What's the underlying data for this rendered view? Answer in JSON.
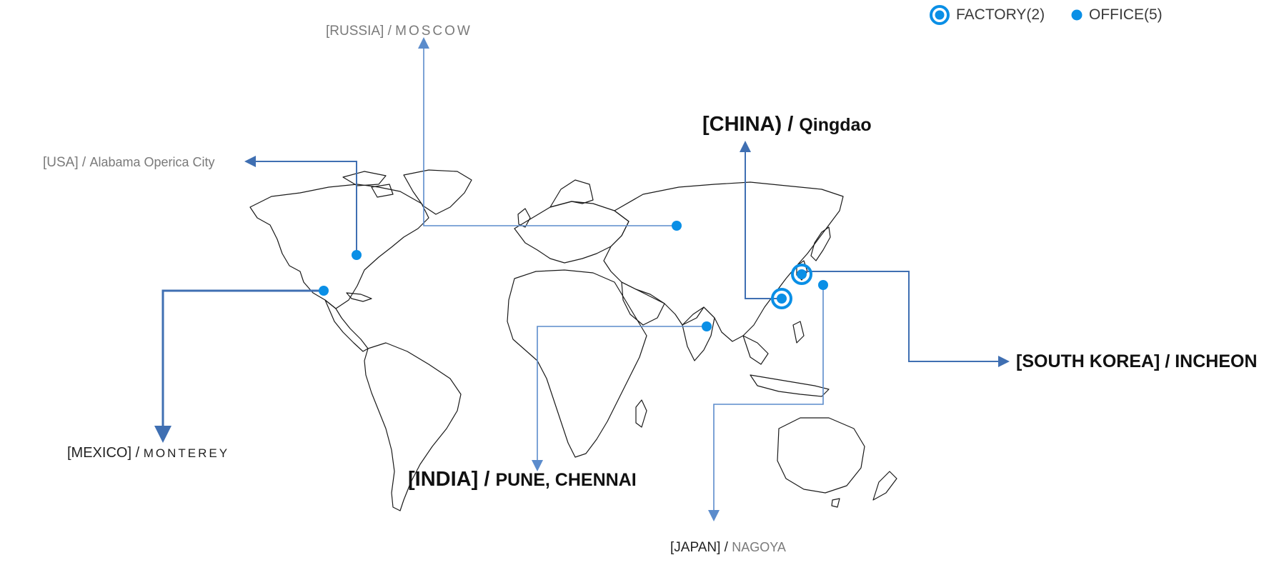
{
  "legend": {
    "factory_label": "FACTORY(2)",
    "office_label": "OFFICE(5)",
    "marker_color": "#0a8fe6"
  },
  "locations": [
    {
      "id": "russia",
      "country": "[RUSSIA]",
      "sep": " / ",
      "city": "MOSCOW",
      "type": "office"
    },
    {
      "id": "usa",
      "country": "[USA]",
      "sep": " / ",
      "city": "Alabama Operica City",
      "type": "office"
    },
    {
      "id": "china",
      "country": "[CHINA)",
      "sep": " / ",
      "city": "Qingdao",
      "type": "factory"
    },
    {
      "id": "south-korea",
      "country": "[SOUTH KOREA]",
      "sep": " / ",
      "city": "INCHEON",
      "type": "factory"
    },
    {
      "id": "mexico",
      "country": "[MEXICO]",
      "sep": " / ",
      "city": "MONTEREY",
      "type": "office"
    },
    {
      "id": "india",
      "country": "[INDIA]",
      "sep": " / ",
      "city": "PUNE, CHENNAI",
      "type": "office"
    },
    {
      "id": "japan",
      "country": "[JAPAN]",
      "sep": " / ",
      "city": "NAGOYA",
      "type": "office"
    }
  ],
  "colors": {
    "connector": "#5b8ccc",
    "connector_dark": "#3f6fb2",
    "land_stroke": "#1a1a1a",
    "muted_text": "#7a7a7a",
    "strong_text": "#111111"
  }
}
